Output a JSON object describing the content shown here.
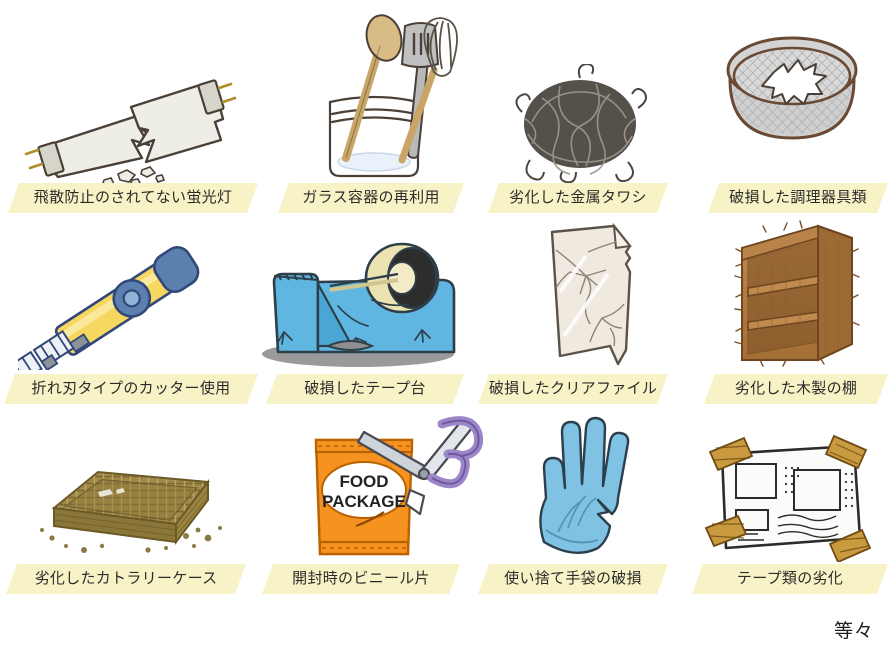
{
  "page": {
    "background_color": "#ffffff",
    "caption_band_color": "#f7f3c6",
    "caption_text_color": "#2b2b2b",
    "footer_note": "等々"
  },
  "items": [
    {
      "id": "fluorescent-lamp",
      "caption": "飛散防止のされてない蛍光灯",
      "icon": "broken-fluorescent-tube-illustration",
      "row": 1,
      "col": 1
    },
    {
      "id": "glass-container-reuse",
      "caption": "ガラス容器の再利用",
      "icon": "glass-jar-with-utensils-illustration",
      "row": 1,
      "col": 2
    },
    {
      "id": "metal-scrubber",
      "caption": "劣化した金属タワシ",
      "icon": "worn-metal-scrubber-illustration",
      "row": 1,
      "col": 3
    },
    {
      "id": "cooking-utensils",
      "caption": "破損した調理器具類",
      "icon": "damaged-mesh-strainer-illustration",
      "row": 1,
      "col": 4
    },
    {
      "id": "snap-off-cutter",
      "caption": "折れ刃タイプのカッター使用",
      "icon": "snap-off-blade-cutter-illustration",
      "row": 2,
      "col": 1
    },
    {
      "id": "tape-dispenser",
      "caption": "破損したテープ台",
      "icon": "cracked-tape-dispenser-illustration",
      "row": 2,
      "col": 2
    },
    {
      "id": "clear-file",
      "caption": "破損したクリアファイル",
      "icon": "cracked-clear-file-illustration",
      "row": 2,
      "col": 3
    },
    {
      "id": "wooden-shelf",
      "caption": "劣化した木製の棚",
      "icon": "splintered-wooden-shelf-illustration",
      "row": 2,
      "col": 4
    },
    {
      "id": "cutlery-case",
      "caption": "劣化したカトラリーケース",
      "icon": "deteriorated-wicker-basket-illustration",
      "row": 3,
      "col": 1
    },
    {
      "id": "vinyl-fragment",
      "caption": "開封時のビニール片",
      "icon": "food-package-with-scissors-illustration",
      "row": 3,
      "col": 2,
      "package_label_line1": "FOOD",
      "package_label_line2": "PACKAGE"
    },
    {
      "id": "disposable-glove",
      "caption": "使い捨て手袋の破損",
      "icon": "torn-blue-glove-illustration",
      "row": 3,
      "col": 3
    },
    {
      "id": "tape-degradation",
      "caption": "テープ類の劣化",
      "icon": "poster-taped-to-wall-illustration",
      "row": 3,
      "col": 4
    }
  ]
}
